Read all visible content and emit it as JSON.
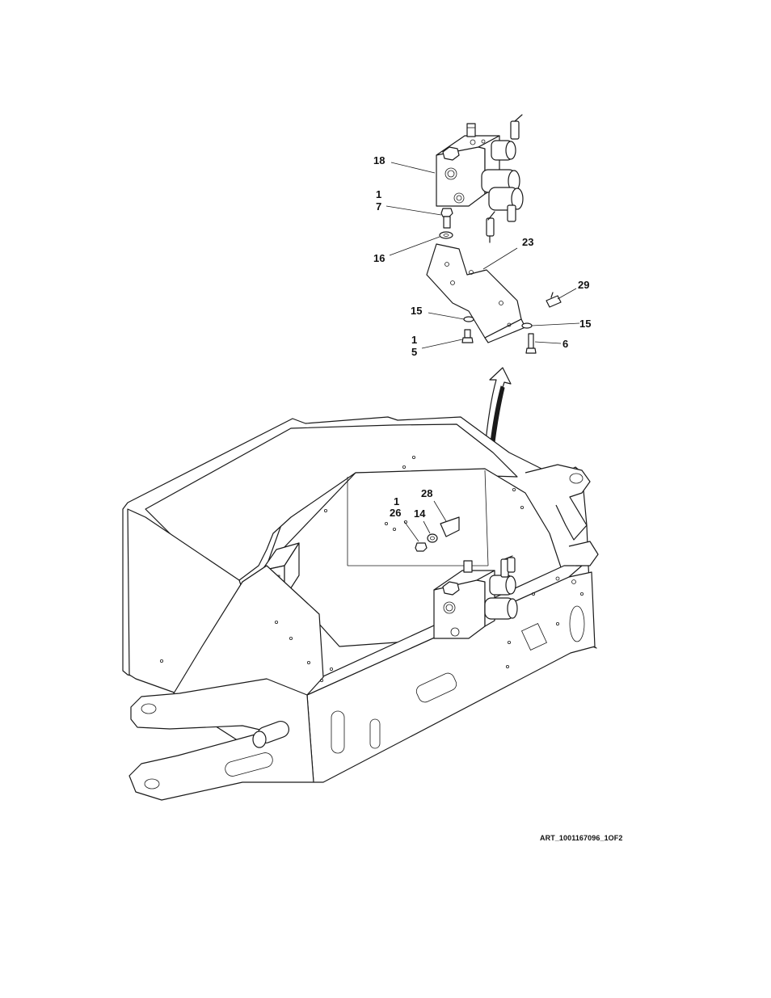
{
  "callouts": {
    "c18": "18",
    "c1a": "1",
    "c7": "7",
    "c16": "16",
    "c23": "23",
    "c29": "29",
    "c15a": "15",
    "c15b": "15",
    "c1b": "1",
    "c5": "5",
    "c6": "6",
    "c28": "28",
    "c1c": "1",
    "c26": "26",
    "c14": "14"
  },
  "reference": "ART_1001167096_1OF2"
}
